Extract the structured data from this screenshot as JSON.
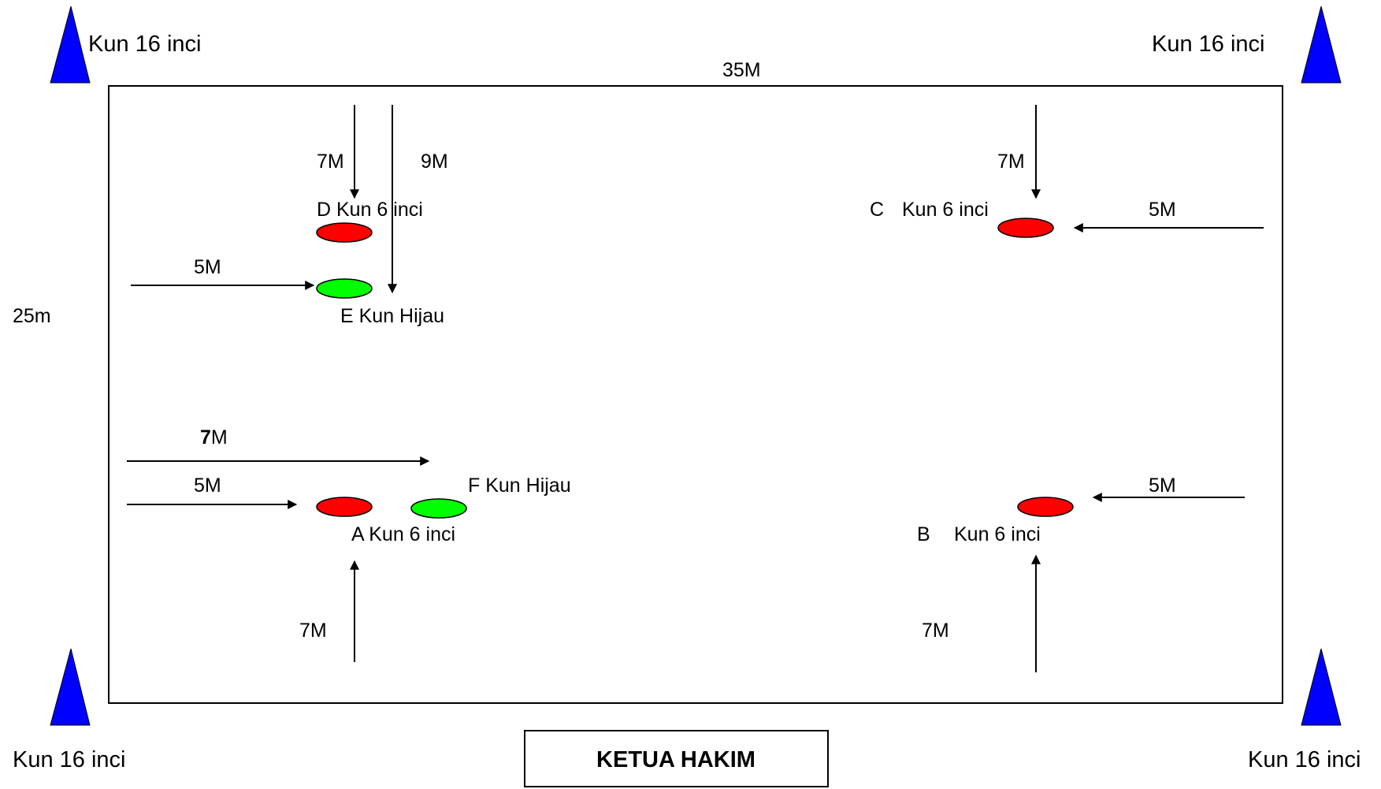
{
  "cones_large": {
    "top_left_label": "Kun 16 inci",
    "top_right_label": "Kun 16 inci",
    "bottom_left_label": "Kun 16 inci",
    "bottom_right_label": "Kun 16 inci"
  },
  "field": {
    "width_label": "35M",
    "height_label": "25m"
  },
  "markers": {
    "A": "A Kun 6 inci",
    "B": "B",
    "B_desc": "Kun 6 inci",
    "C": "C",
    "C_desc": "Kun 6 inci",
    "D": "D Kun 6 inci",
    "E": "E  Kun Hijau",
    "F": "F Kun  Hijau"
  },
  "distances": {
    "d_top_7": "7M",
    "e_top_9": "9M",
    "e_left_5": "5M",
    "c_top_7": "7M",
    "c_right_5": "5M",
    "f_left_7_bold": "7",
    "f_left_7_rest": "M",
    "a_left_5": "5M",
    "a_bottom_7": "7M",
    "b_right_5": "5M",
    "b_bottom_7": "7M"
  },
  "judge_box": {
    "label": "KETUA HAKIM"
  },
  "colors": {
    "large_cone": "#0000ff",
    "small_cone_red": "#ff0000",
    "small_cone_green": "#00ff00",
    "line": "#000000"
  }
}
